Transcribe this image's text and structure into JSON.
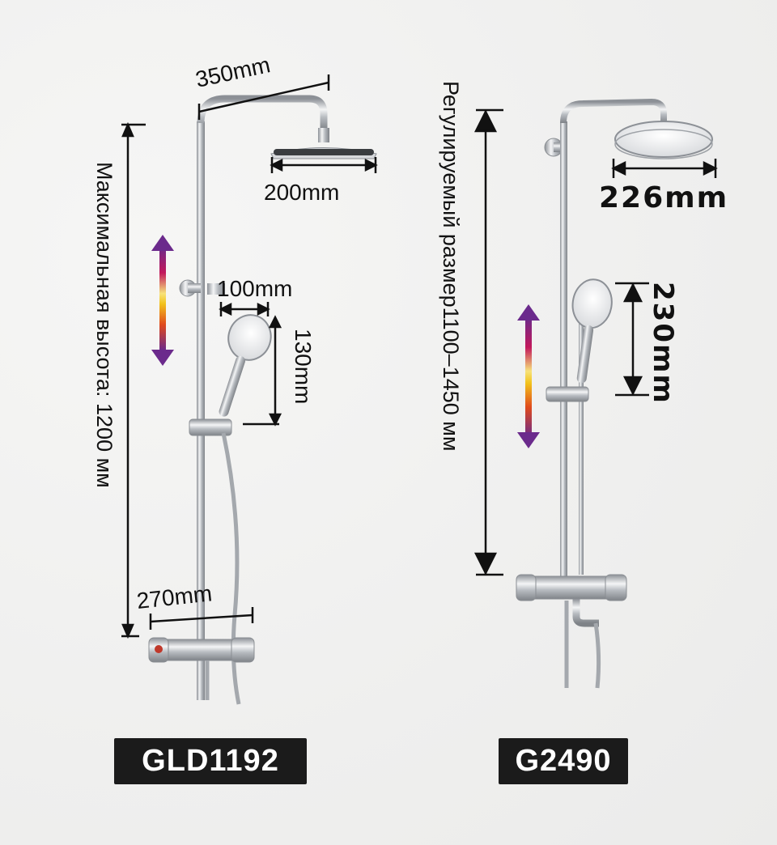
{
  "left_product": {
    "model": "GLD1192",
    "top_arm_width": "350mm",
    "head_diameter": "200mm",
    "hand_shower_width": "100mm",
    "hand_shower_length": "130mm",
    "mixer_width": "270mm",
    "max_height": "Максимальная высота: 1200 мм"
  },
  "right_product": {
    "model": "G2490",
    "head_diameter": "226mm",
    "hand_shower_length": "230mm",
    "adjustable_size": "Регулируемый размер1100–1450 мм"
  },
  "colors": {
    "badge_bg": "#1b1b1b",
    "badge_text": "#ffffff",
    "arrow_top": "#6b2a8c",
    "arrow_mid": "#f2c21b",
    "arrow_bottom": "#e04a1c",
    "chrome": "#c9ccd0"
  }
}
